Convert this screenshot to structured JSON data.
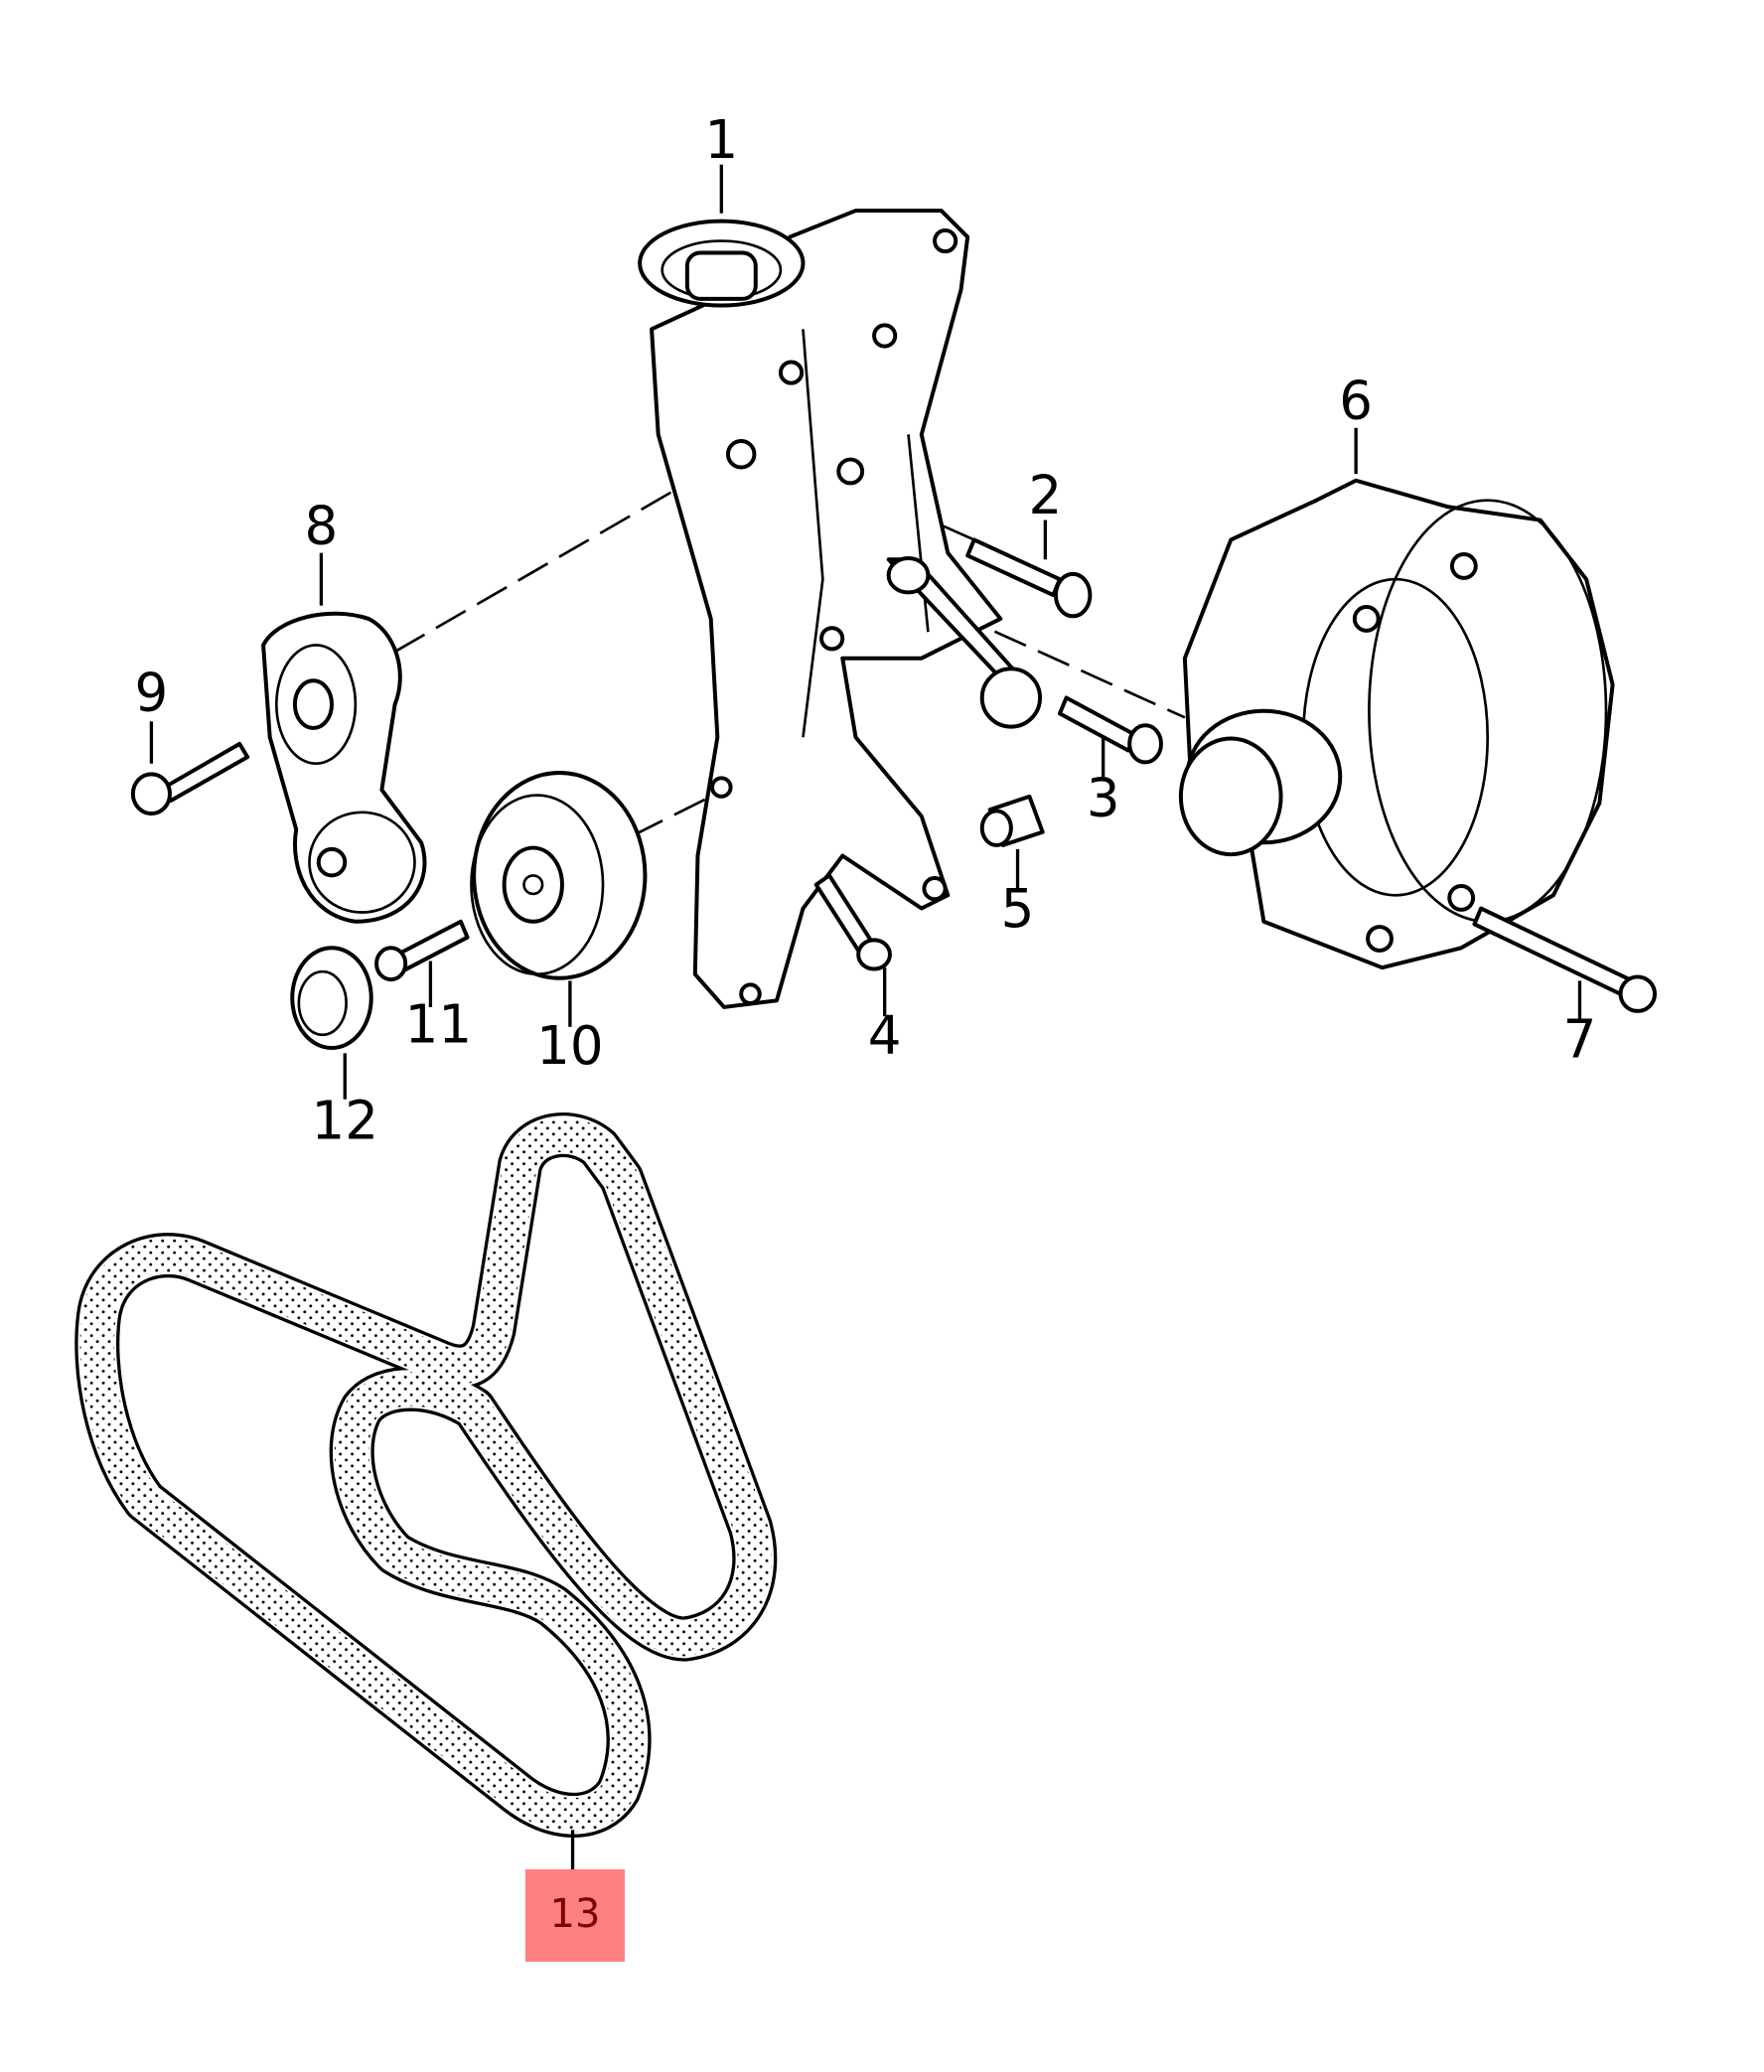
{
  "diagram": {
    "title": "Belt drive / alternator bracket parts diagram",
    "highlight_color": "#ff8080",
    "highlighted_part": "13",
    "callouts": [
      {
        "id": "1",
        "part": "bracket"
      },
      {
        "id": "2",
        "part": "bolt"
      },
      {
        "id": "3",
        "part": "bolt"
      },
      {
        "id": "4",
        "part": "bolt"
      },
      {
        "id": "5",
        "part": "bushing"
      },
      {
        "id": "6",
        "part": "alternator"
      },
      {
        "id": "7",
        "part": "bolt"
      },
      {
        "id": "8",
        "part": "tensioner"
      },
      {
        "id": "9",
        "part": "bolt"
      },
      {
        "id": "10",
        "part": "idler-pulley"
      },
      {
        "id": "11",
        "part": "bolt"
      },
      {
        "id": "12",
        "part": "cap"
      },
      {
        "id": "13",
        "part": "poly-v-belt"
      }
    ]
  }
}
